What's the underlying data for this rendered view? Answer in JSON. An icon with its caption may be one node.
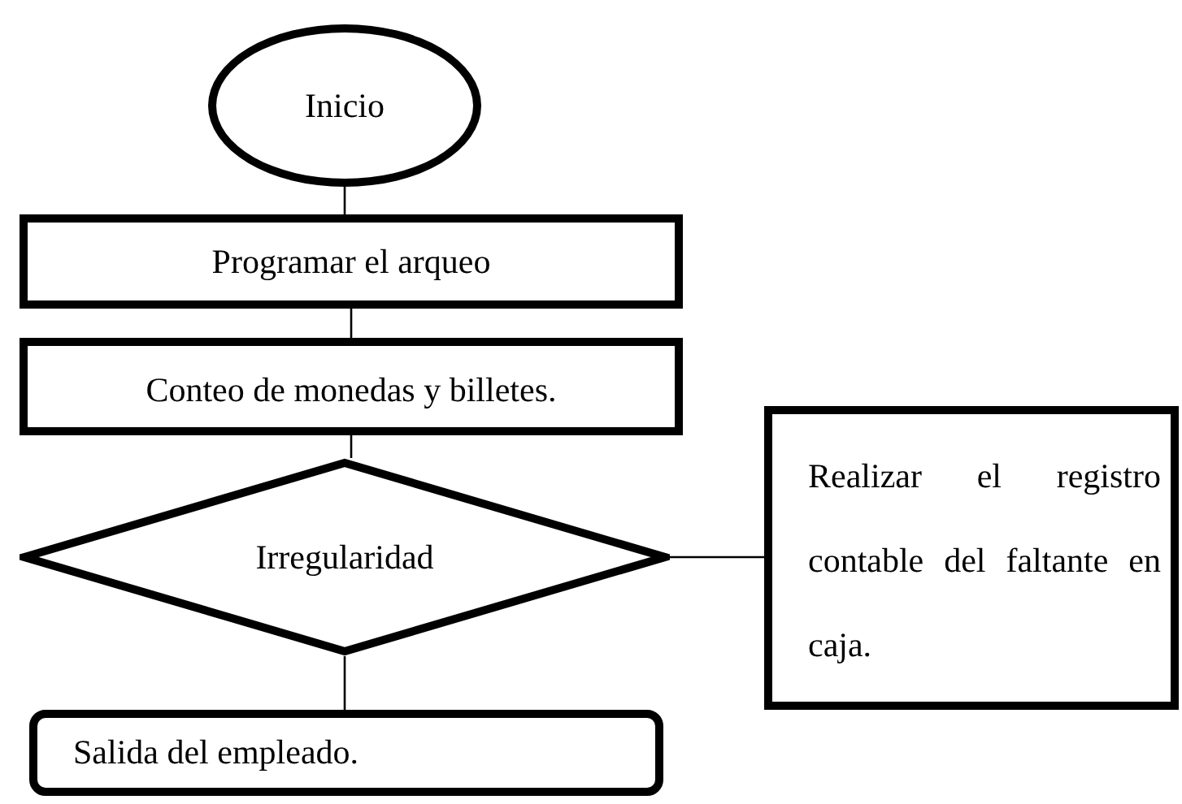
{
  "diagram": {
    "nodes": [
      {
        "text": [
          "Inicio"
        ]
      },
      {
        "text": [
          "Programar el arqueo"
        ]
      },
      {
        "text": [
          "Conteo de monedas y billetes."
        ]
      },
      {
        "text": [
          "Irregularidad"
        ]
      },
      {
        "text": [
          "Realizar el registro contable del faltante en caja."
        ]
      },
      {
        "text": [
          "Salida del empleado."
        ]
      }
    ],
    "edges": [
      {
        "from": 0,
        "to": 1,
        "arrow": "none"
      },
      {
        "from": 1,
        "to": 2,
        "arrow": "none"
      },
      {
        "from": 2,
        "to": 3,
        "arrow": "none"
      },
      {
        "from": 3,
        "to": 4,
        "arrow": "none"
      },
      {
        "from": 3,
        "to": 5,
        "arrow": "none"
      }
    ]
  }
}
